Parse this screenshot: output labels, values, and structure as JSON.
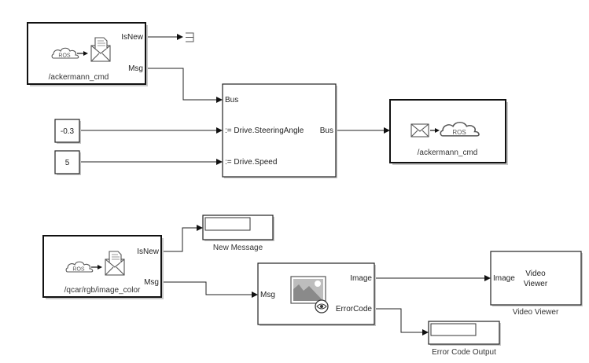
{
  "diagram": {
    "blocks": {
      "sub_ack": {
        "type": "ros-subscribe",
        "topic": "/ackermann_cmd",
        "ports_out": [
          "IsNew",
          "Msg"
        ],
        "icon_text": "ROS"
      },
      "const_steer": {
        "type": "constant",
        "value": "-0.3"
      },
      "const_speed": {
        "type": "constant",
        "value": "5"
      },
      "bus_assign": {
        "type": "bus-assignment",
        "ports_in": [
          "Bus",
          ":= Drive.SteeringAngle",
          ":= Drive.Speed"
        ],
        "port_out": "Bus"
      },
      "pub_ack": {
        "type": "ros-publish",
        "topic": "/ackermann_cmd",
        "icon_text": "ROS"
      },
      "sub_img": {
        "type": "ros-subscribe",
        "topic": "/qcar/rgb/image_color",
        "ports_out": [
          "IsNew",
          "Msg"
        ],
        "icon_text": "ROS"
      },
      "new_msg_display": {
        "type": "display",
        "caption": "New Message"
      },
      "read_image": {
        "type": "read-image",
        "port_in": "Msg",
        "ports_out": [
          "Image",
          "ErrorCode"
        ]
      },
      "video_viewer": {
        "type": "video-viewer",
        "port_in": "Image",
        "title_line1": "Video",
        "title_line2": "Viewer",
        "caption": "Video Viewer"
      },
      "error_display": {
        "type": "display",
        "caption": "Error Code Output"
      }
    },
    "connections": [
      {
        "from": "sub_ack.IsNew",
        "to": "terminator"
      },
      {
        "from": "sub_ack.Msg",
        "to": "bus_assign.Bus"
      },
      {
        "from": "const_steer",
        "to": "bus_assign.SteeringAngle"
      },
      {
        "from": "const_speed",
        "to": "bus_assign.Speed"
      },
      {
        "from": "bus_assign.Bus",
        "to": "pub_ack"
      },
      {
        "from": "sub_img.IsNew",
        "to": "new_msg_display"
      },
      {
        "from": "sub_img.Msg",
        "to": "read_image.Msg"
      },
      {
        "from": "read_image.Image",
        "to": "video_viewer.Image"
      },
      {
        "from": "read_image.ErrorCode",
        "to": "error_display"
      }
    ]
  }
}
